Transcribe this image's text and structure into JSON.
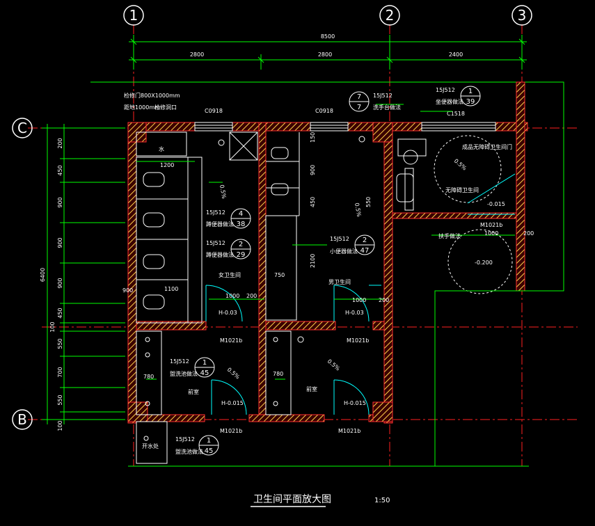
{
  "title": "卫生间平面放大图",
  "scale": "1:50",
  "axes": {
    "col1": "1",
    "col2": "2",
    "col3": "3",
    "rowC": "C",
    "rowB": "B"
  },
  "dims_top": {
    "total": "8500",
    "seg1": "2800",
    "seg2": "2800",
    "seg3": "2400"
  },
  "dims_left": {
    "total": "6400",
    "d1": "200",
    "d2": "450",
    "d3": "900",
    "d4": "900",
    "d5": "900",
    "d6": "450",
    "d7": "100",
    "d8": "550",
    "d9": "700",
    "d10": "550",
    "d11": "100"
  },
  "rooms": {
    "female": "女卫生间",
    "male": "男卫生间",
    "front_left": "前室",
    "front_right": "前室",
    "accessible": "无障碍卫生间",
    "water": "开水处",
    "shaft": "水"
  },
  "notes": {
    "pipe_note_1": "检修门800X1000mm",
    "pipe_note_2": "距地1000mm",
    "pipe_note_3": "检修洞口",
    "accessible_door": "成品无障碍卫生间门",
    "handrail": "扶手做法",
    "basin": "洗手台做法",
    "sit_toilet": "坐便器做法",
    "squat_toilet_1": "蹲便器做法",
    "squat_toilet_2": "蹲便器做法",
    "urinal": "小便器做法",
    "mop_sink_1": "盥洗池做法",
    "mop_sink_2": "盥洗池做法"
  },
  "refs": {
    "std": "15J512",
    "r1_top": "7",
    "r1_bot": "7",
    "r2_top": "1",
    "r2_bot": "39",
    "r3_top": "4",
    "r3_bot": "38",
    "r4_top": "2",
    "r4_bot": "29",
    "r5_top": "2",
    "r5_bot": "47",
    "r6_top": "1",
    "r6_bot": "45",
    "r7_top": "1",
    "r7_bot": "45"
  },
  "windows": {
    "w1": "C0918",
    "w2": "C0918",
    "w3": "C1518"
  },
  "doors": {
    "d1": "M1021b",
    "d2": "M1021b",
    "d3": "M1021b",
    "d4": "M1021b",
    "d5": "M1021b"
  },
  "levels": {
    "l1": "H-0.03",
    "l2": "H-0.03",
    "l3": "H-0.015",
    "l4": "H-0.015",
    "l5": "-0.015",
    "l6": "-0.200"
  },
  "inner_dims": {
    "a": "1200",
    "b": "1100",
    "c": "1000",
    "d": "1000",
    "e": "200",
    "f": "200",
    "g": "780",
    "h": "780",
    "i": "750",
    "j": "2100",
    "k": "150",
    "l": "900",
    "m": "450",
    "n": "550",
    "o": "1000",
    "p": "200",
    "q": "900"
  },
  "slope": {
    "s1": "0.5%",
    "s2": "0.5%",
    "s3": "0.5%",
    "s4": "0.5%",
    "s5": "0.5%"
  },
  "colors": {
    "wall": "#ff3030",
    "hatch": "#ffd700",
    "axis": "#ff2020",
    "dim": "#00ff00",
    "fixture": "#ffffff",
    "door": "#00ffff"
  }
}
